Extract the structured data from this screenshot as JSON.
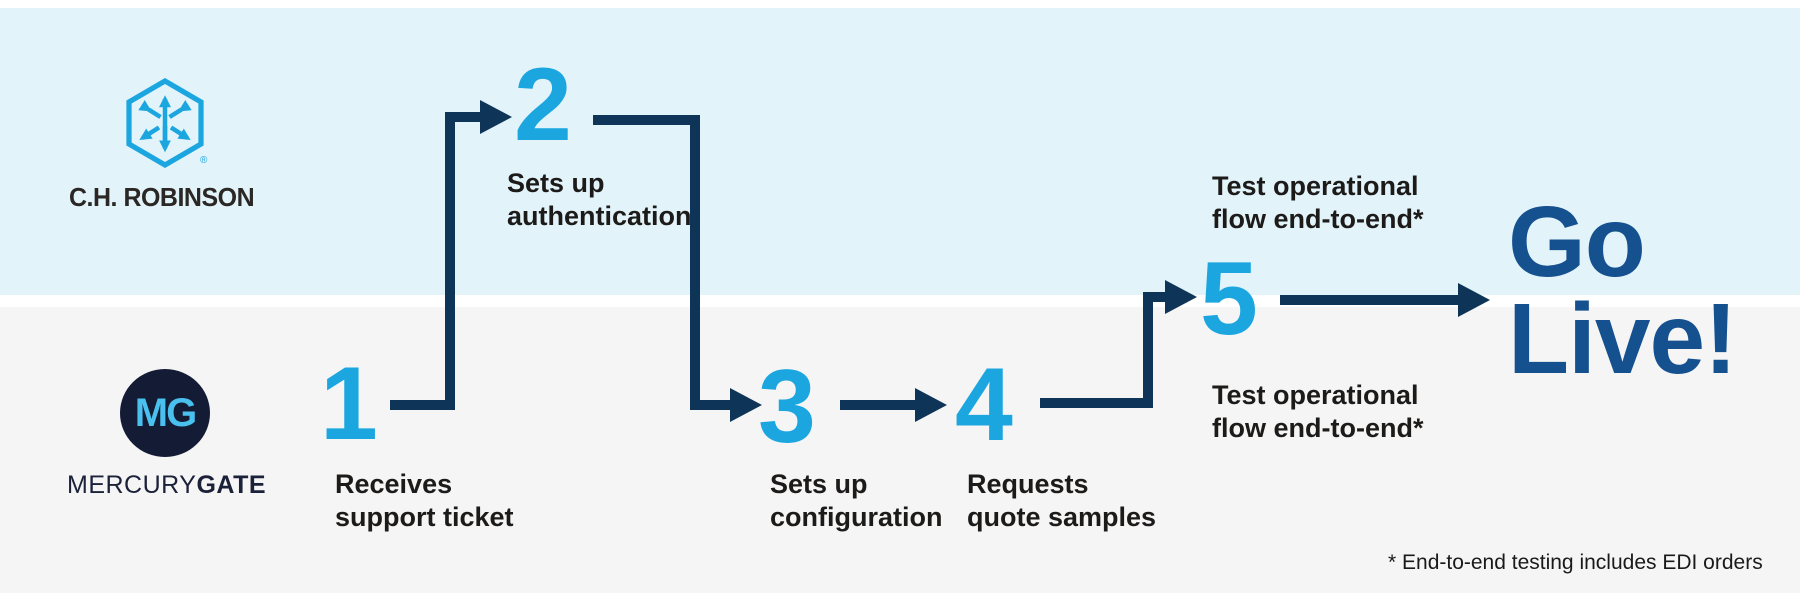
{
  "colors": {
    "accent_blue": "#1ca6e0",
    "arrow_navy": "#0e3557",
    "go_live_blue": "#15508f",
    "lane_top_bg": "#e2f3fa",
    "lane_bottom_bg": "#f5f5f6"
  },
  "lanes": {
    "top": {
      "brand_wordmark": "C.H. ROBINSON",
      "trademark": "®",
      "logo_icon": "ch-robinson-hexagon-arrows-icon"
    },
    "bottom": {
      "brand_monogram": "MG",
      "brand_wordmark_regular": "MERCURY",
      "brand_wordmark_bold": "GATE",
      "logo_icon": "mercurygate-circle-monogram-icon"
    }
  },
  "steps": [
    {
      "number": "1",
      "label": "Receives\nsupport ticket",
      "lane": "bottom"
    },
    {
      "number": "2",
      "label": "Sets up\nauthentication",
      "lane": "top"
    },
    {
      "number": "3",
      "label": "Sets up\nconfiguration",
      "lane": "bottom"
    },
    {
      "number": "4",
      "label": "Requests\nquote samples",
      "lane": "bottom"
    },
    {
      "number": "5",
      "label_above": "Test operational\nflow end-to-end*",
      "label_below": "Test operational\nflow end-to-end*",
      "lane": "middle"
    }
  ],
  "goal": {
    "text": "Go\nLive!"
  },
  "footnote": "* End-to-end testing includes EDI orders"
}
